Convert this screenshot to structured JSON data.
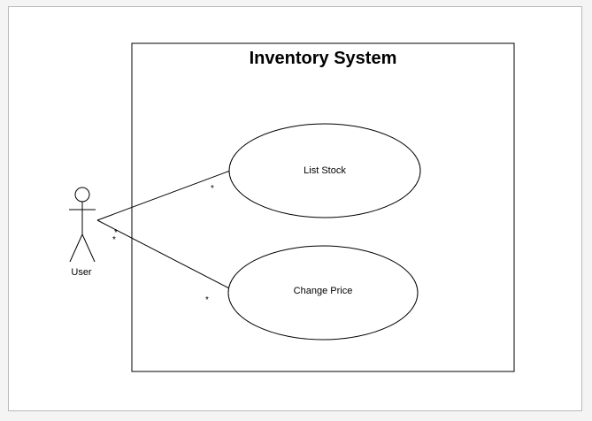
{
  "system": {
    "title": "Inventory System"
  },
  "actor": {
    "name": "User"
  },
  "use_cases": [
    {
      "label": "List Stock"
    },
    {
      "label": "Change Price"
    }
  ],
  "associations": [
    {
      "actor_multiplicity": "*",
      "use_case_multiplicity": "*"
    },
    {
      "actor_multiplicity": "*",
      "use_case_multiplicity": "*"
    }
  ],
  "colors": {
    "background": "#f4f4f4",
    "canvas": "#ffffff",
    "frame": "#b9b9b9",
    "lines": "#000000"
  }
}
